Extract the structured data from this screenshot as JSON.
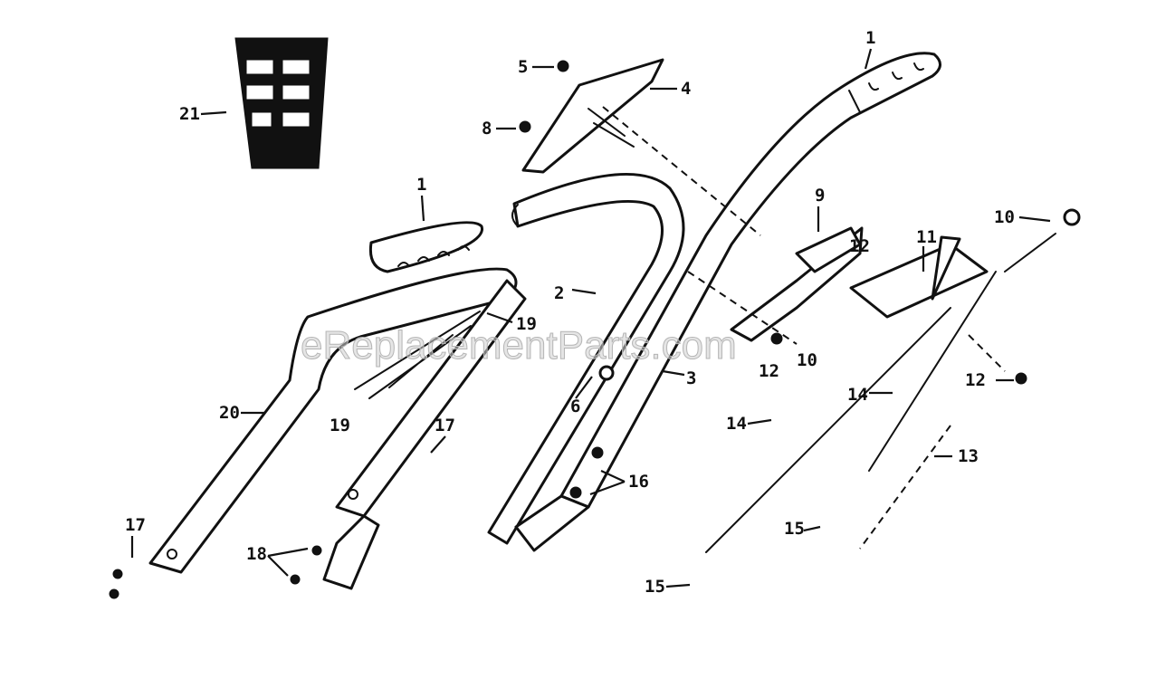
{
  "watermark": "eReplacementParts.com",
  "callouts": {
    "c1a": "1",
    "c1b": "1",
    "c2": "2",
    "c3": "3",
    "c4": "4",
    "c5": "5",
    "c6": "6",
    "c8": "8",
    "c9": "9",
    "c10": "10",
    "c11": "11",
    "c12a": "12",
    "c12b": "12",
    "c12c": "12",
    "c13": "13",
    "c14a": "14",
    "c14b": "14",
    "c15a": "15",
    "c15b": "15",
    "c16": "16",
    "c17": "17",
    "c18": "18",
    "c19a": "19",
    "c19b": "19",
    "c19c": "10",
    "c20": "20",
    "c21": "21",
    "c22": "17"
  }
}
